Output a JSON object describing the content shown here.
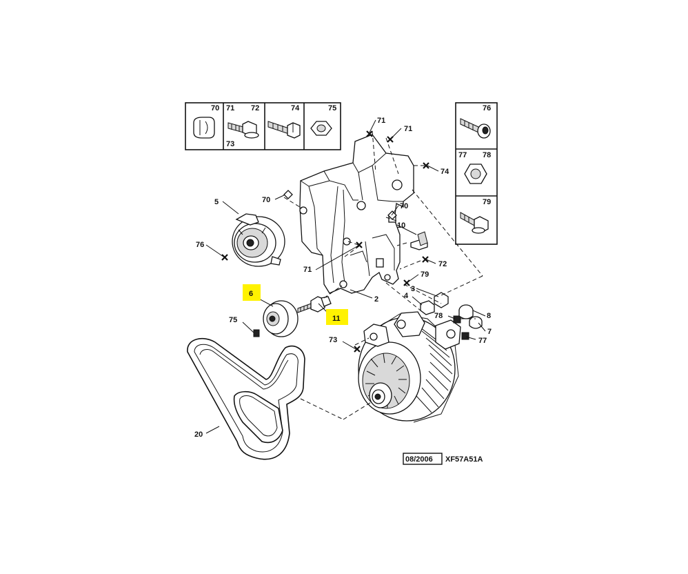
{
  "diagram": {
    "callouts": [
      {
        "id": "inset-70",
        "text": "70"
      },
      {
        "id": "inset-71",
        "text": "71"
      },
      {
        "id": "inset-72",
        "text": "72"
      },
      {
        "id": "inset-73",
        "text": "73"
      },
      {
        "id": "inset-74",
        "text": "74"
      },
      {
        "id": "inset-75",
        "text": "75"
      },
      {
        "id": "inset-76",
        "text": "76"
      },
      {
        "id": "inset-77",
        "text": "77"
      },
      {
        "id": "inset-78",
        "text": "78"
      },
      {
        "id": "inset-79",
        "text": "79"
      },
      {
        "id": "main-71a",
        "text": "71"
      },
      {
        "id": "main-71b",
        "text": "71"
      },
      {
        "id": "main-74",
        "text": "74"
      },
      {
        "id": "main-70a",
        "text": "70"
      },
      {
        "id": "main-70b",
        "text": "70"
      },
      {
        "id": "main-5",
        "text": "5"
      },
      {
        "id": "main-10",
        "text": "10"
      },
      {
        "id": "main-76",
        "text": "76"
      },
      {
        "id": "main-71c",
        "text": "71"
      },
      {
        "id": "main-72",
        "text": "72"
      },
      {
        "id": "main-79",
        "text": "79"
      },
      {
        "id": "main-3",
        "text": "3"
      },
      {
        "id": "main-2",
        "text": "2"
      },
      {
        "id": "main-4",
        "text": "4"
      },
      {
        "id": "main-8",
        "text": "8"
      },
      {
        "id": "main-78",
        "text": "78"
      },
      {
        "id": "main-7",
        "text": "7"
      },
      {
        "id": "main-77",
        "text": "77"
      },
      {
        "id": "main-6",
        "text": "6"
      },
      {
        "id": "main-11",
        "text": "11"
      },
      {
        "id": "main-75",
        "text": "75"
      },
      {
        "id": "main-73",
        "text": "73"
      },
      {
        "id": "main-20",
        "text": "20"
      }
    ],
    "highlighted_callouts": [
      "main-6",
      "main-11"
    ],
    "highlight_color": "#fff200",
    "date_stamp": "08/2006",
    "reference_code": "XF57A51A"
  }
}
